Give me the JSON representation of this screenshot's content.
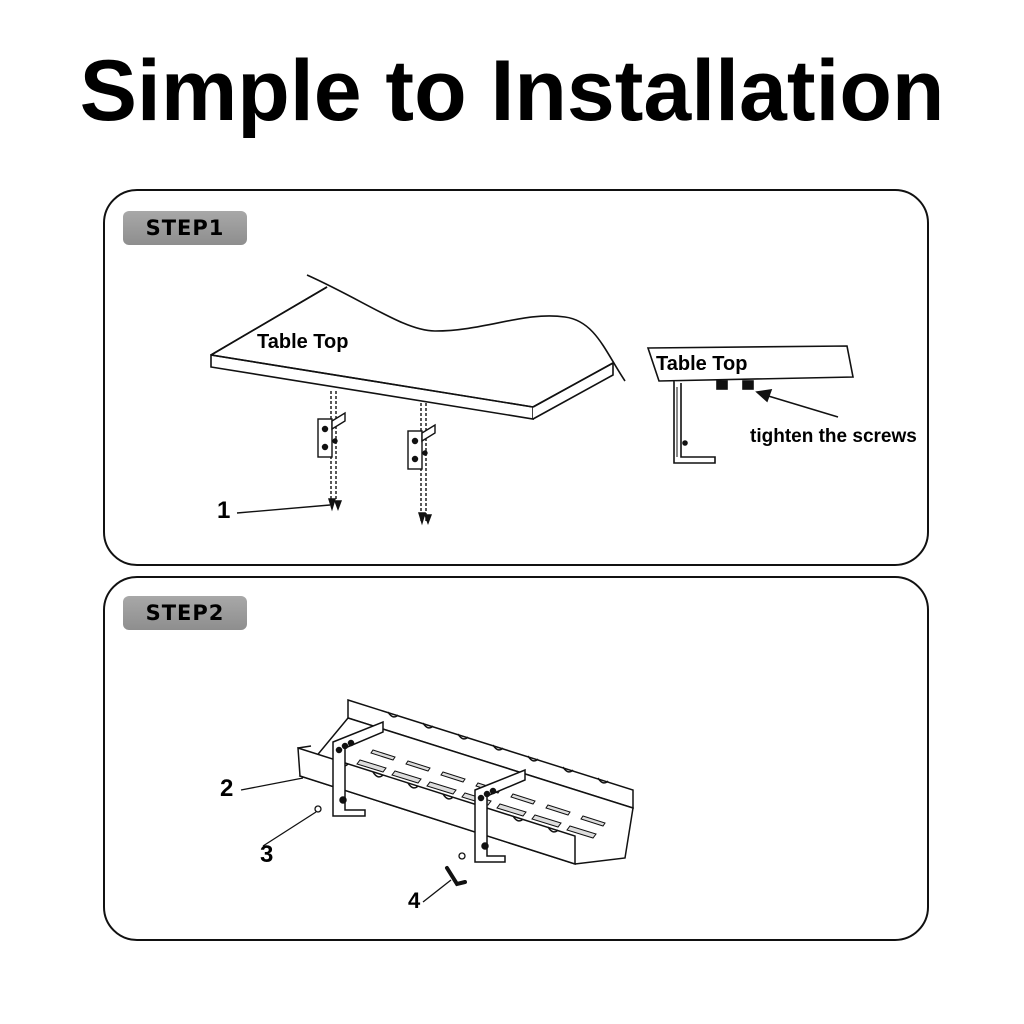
{
  "title": "Simple to Installation",
  "step1": {
    "badge": "STEP1",
    "table_top_label": "Table Top",
    "detail_table_top_label": "Table Top",
    "screws_note": "tighten the screws",
    "part_number": "1"
  },
  "step2": {
    "badge": "STEP2",
    "part_numbers": [
      "2",
      "3",
      "4"
    ]
  }
}
